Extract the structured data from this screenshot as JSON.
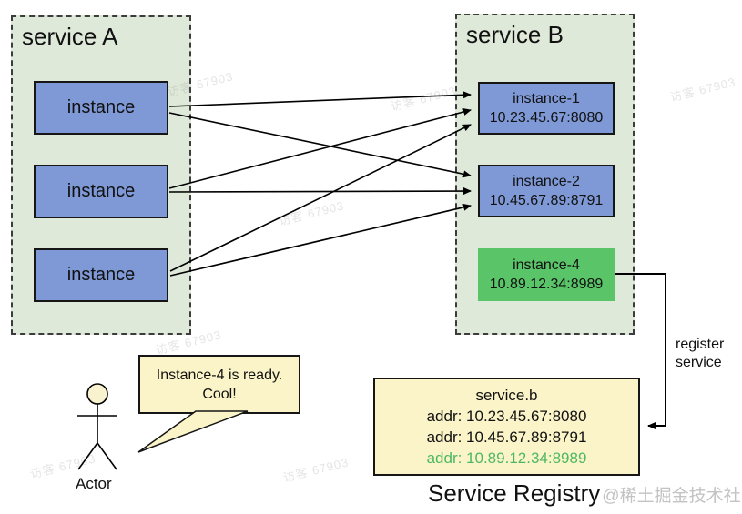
{
  "service_a": {
    "title": "service A",
    "instances": [
      {
        "label": "instance"
      },
      {
        "label": "instance"
      },
      {
        "label": "instance"
      }
    ]
  },
  "service_b": {
    "title": "service B",
    "instances": [
      {
        "name": "instance-1",
        "addr": "10.23.45.67:8080",
        "color": "#7e99d6"
      },
      {
        "name": "instance-2",
        "addr": "10.45.67.89:8791",
        "color": "#7e99d6"
      },
      {
        "name": "instance-4",
        "addr": "10.89.12.34:8989",
        "color": "#5ac568"
      }
    ]
  },
  "connections": [
    {
      "from": "serviceA.instance1",
      "to": "serviceB.instance-1"
    },
    {
      "from": "serviceA.instance1",
      "to": "serviceB.instance-2"
    },
    {
      "from": "serviceA.instance2",
      "to": "serviceB.instance-1"
    },
    {
      "from": "serviceA.instance2",
      "to": "serviceB.instance-2"
    },
    {
      "from": "serviceA.instance3",
      "to": "serviceB.instance-1"
    },
    {
      "from": "serviceA.instance3",
      "to": "serviceB.instance-2"
    },
    {
      "from": "serviceB.instance-4",
      "to": "registry",
      "label": "register service"
    }
  ],
  "registry": {
    "title": "service.b",
    "entries": [
      {
        "text": "addr: 10.23.45.67:8080",
        "highlighted": false
      },
      {
        "text": "addr: 10.45.67.89:8791",
        "highlighted": false
      },
      {
        "text": "addr: 10.89.12.34:8989",
        "highlighted": true
      }
    ],
    "caption": "Service Registry",
    "credit": "@稀土掘金技术社区"
  },
  "register_label": {
    "line1": "register",
    "line2": "service"
  },
  "actor": {
    "label": "Actor",
    "speech_line1": "Instance-4 is ready.",
    "speech_line2": "Cool!"
  },
  "watermark_text": "访客 67903",
  "colors": {
    "container_fill": "#dfe9d9",
    "instance_blue": "#7e99d6",
    "instance_green": "#5ac568",
    "note_yellow": "#fbf4c8",
    "highlight_green_text": "#4db863",
    "credit_gray": "#c3c3c3"
  }
}
